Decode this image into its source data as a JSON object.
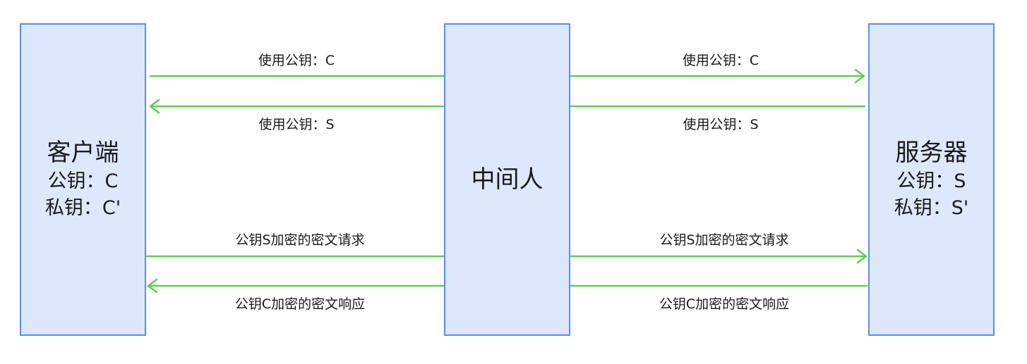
{
  "client": {
    "title": "客户端",
    "public_key": "公钥：C",
    "private_key": "私钥：C'"
  },
  "mitm": {
    "title": "中间人"
  },
  "server": {
    "title": "服务器",
    "public_key": "公钥：S",
    "private_key": "私钥：S'"
  },
  "flows": {
    "left_use_key_c": "使用公钥：C",
    "left_use_key_s": "使用公钥：S",
    "left_request": "公钥S加密的密文请求",
    "left_response": "公钥C加密的密文响应",
    "right_use_key_c": "使用公钥：C",
    "right_use_key_s": "使用公钥：S",
    "right_request": "公钥S加密的密文请求",
    "right_response": "公钥C加密的密文响应"
  },
  "colors": {
    "box_fill": "#dde8fc",
    "box_border": "#5a8ef0",
    "arrow": "#5fcf4f"
  }
}
